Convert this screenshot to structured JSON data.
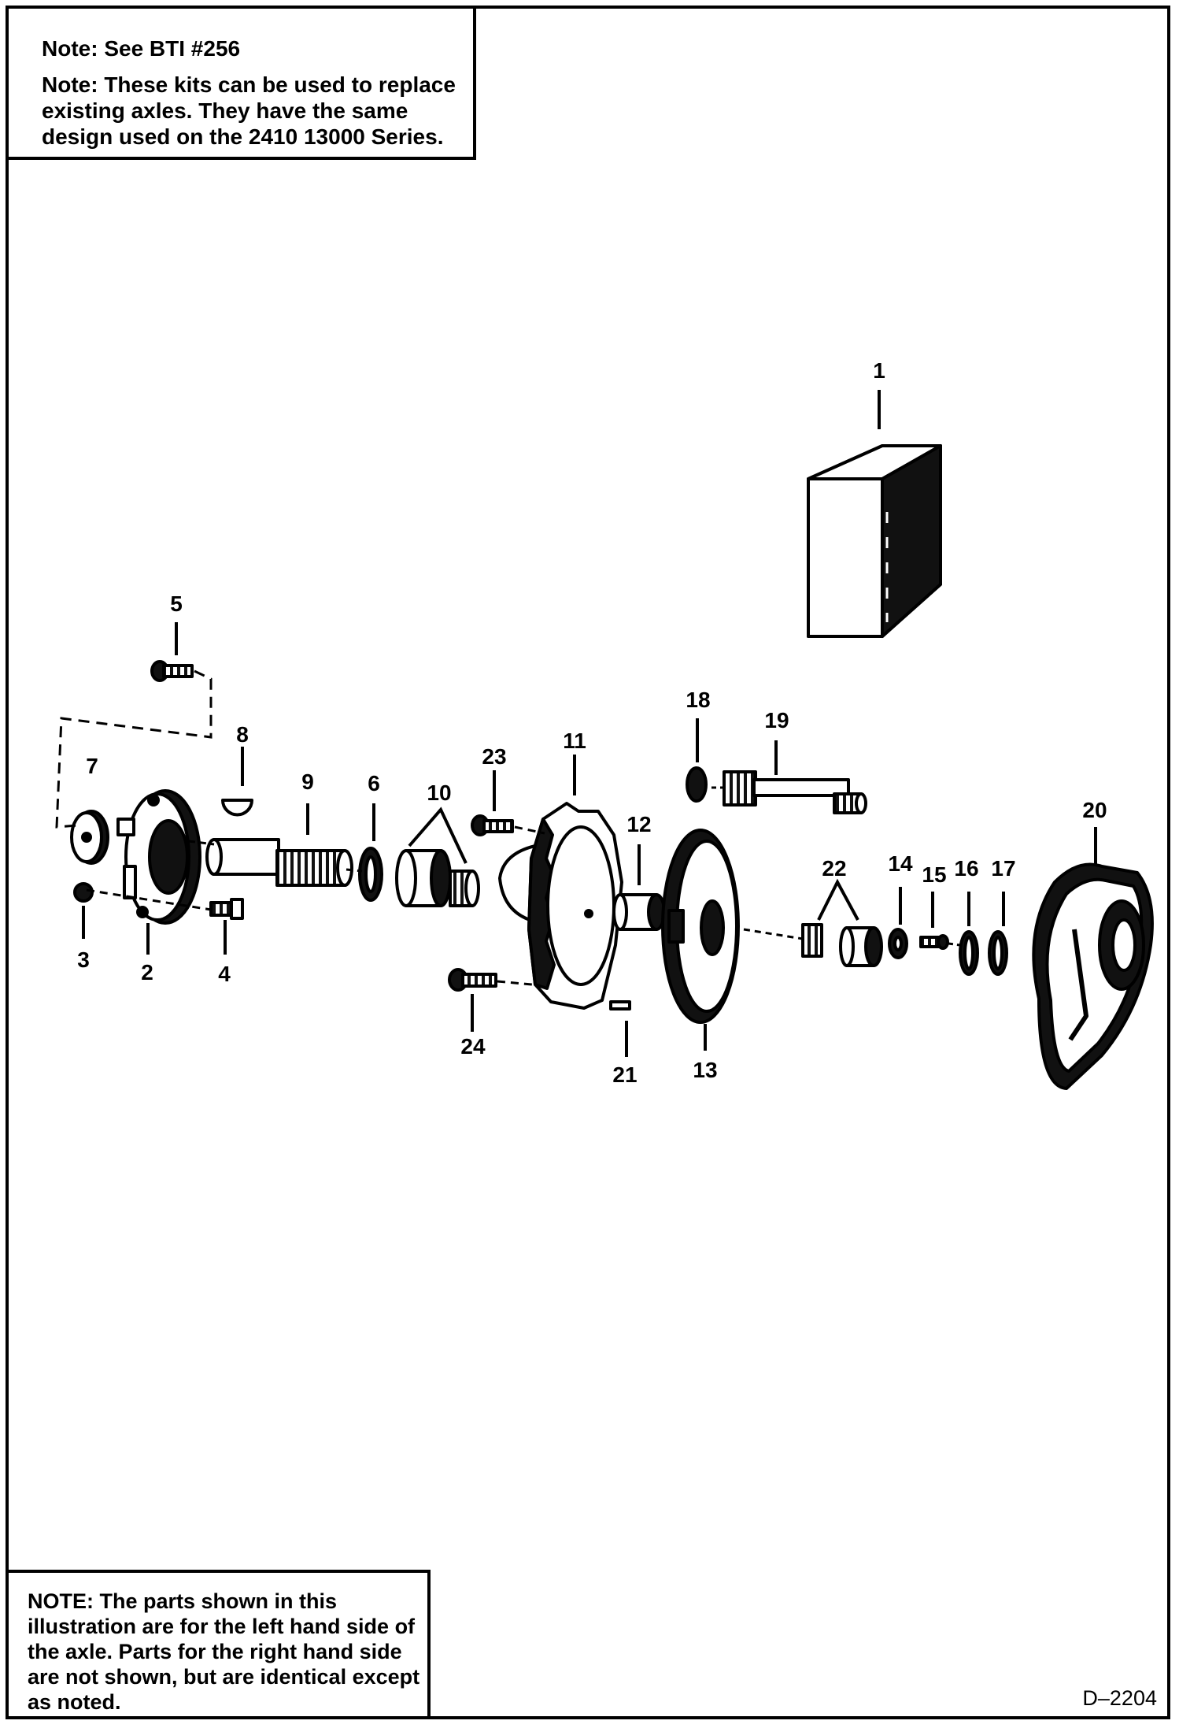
{
  "notes": {
    "top": [
      "Note: See BTI #256",
      "Note: These kits can be used to replace existing axles.  They have the same design used on the 2410 13000 Series."
    ],
    "bottom": "NOTE:   The parts shown in this illustration are for the left hand side of the axle. Parts for the right hand side are not shown, but are identical except as noted."
  },
  "drawing_code": "D–2204",
  "callouts": [
    "1",
    "2",
    "3",
    "4",
    "5",
    "6",
    "7",
    "8",
    "9",
    "10",
    "11",
    "12",
    "13",
    "14",
    "15",
    "16",
    "17",
    "18",
    "19",
    "20",
    "21",
    "22",
    "23",
    "24"
  ]
}
